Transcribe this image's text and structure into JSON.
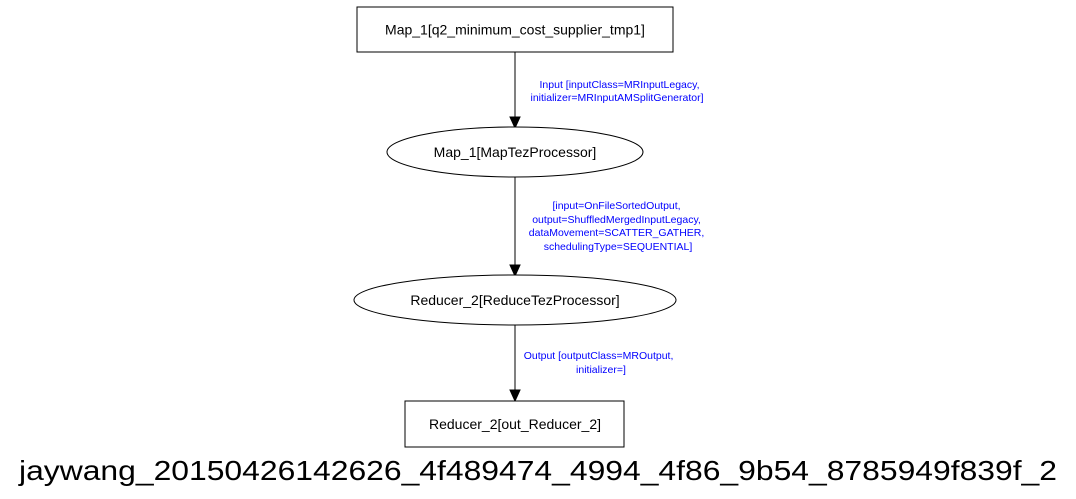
{
  "graph": {
    "title": "jaywang_20150426142626_4f489474_4994_4f86_9b54_8785949f839f_2",
    "nodes": [
      {
        "id": "map1-input",
        "shape": "box",
        "label": "Map_1[q2_minimum_cost_supplier_tmp1]"
      },
      {
        "id": "map1-processor",
        "shape": "ellipse",
        "label": "Map_1[MapTezProcessor]"
      },
      {
        "id": "reducer2-processor",
        "shape": "ellipse",
        "label": "Reducer_2[ReduceTezProcessor]"
      },
      {
        "id": "reducer2-output",
        "shape": "box",
        "label": "Reducer_2[out_Reducer_2]"
      }
    ],
    "edges": [
      {
        "from": "map1-input",
        "to": "map1-processor",
        "label_lines": [
          "Input [inputClass=MRInputLegacy,",
          "initializer=MRInputAMSplitGenerator]"
        ]
      },
      {
        "from": "map1-processor",
        "to": "reducer2-processor",
        "label_lines": [
          "[input=OnFileSortedOutput,",
          "output=ShuffledMergedInputLegacy,",
          "dataMovement=SCATTER_GATHER,",
          "schedulingType=SEQUENTIAL]"
        ]
      },
      {
        "from": "reducer2-processor",
        "to": "reducer2-output",
        "label_lines": [
          "Output [outputClass=MROutput,",
          "initializer=]"
        ]
      }
    ]
  },
  "colors": {
    "background": "#ffffff",
    "node_stroke": "#000000",
    "node_text": "#000000",
    "edge_label_text": "#0000ff",
    "edge_stroke": "#000000"
  }
}
